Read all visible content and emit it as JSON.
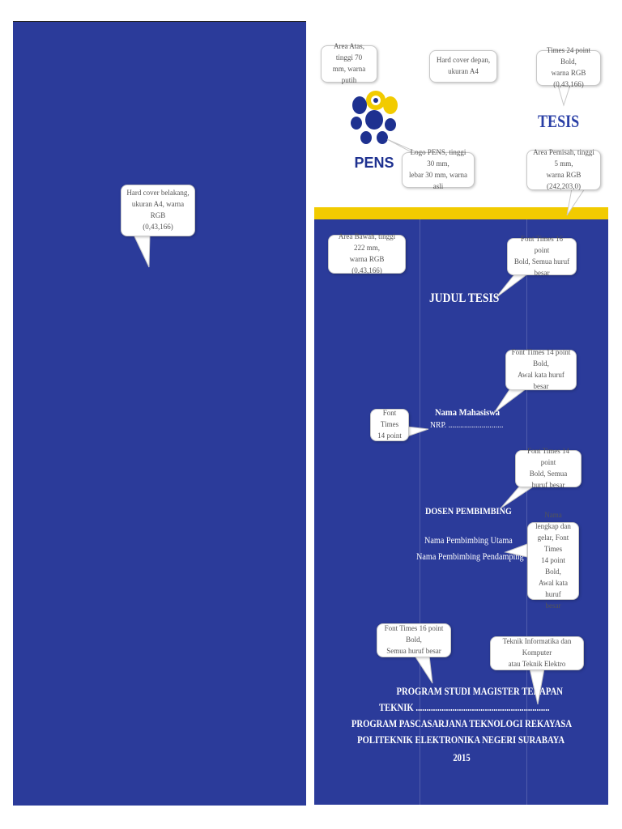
{
  "colors": {
    "cover_blue": "#2b3b9a",
    "title_blue": "#2a3fa6",
    "separator_yellow": "#f2cb00",
    "logo_blue": "#1e3190",
    "logo_yellow": "#f2cb00"
  },
  "cover": {
    "title": "TESIS",
    "judul": "JUDUL TESIS",
    "nama_mahasiswa": "Nama Mahasiswa",
    "nrp": "NRP. ............................",
    "dosen_heading": "DOSEN PEMBIMBING",
    "pembimbing_utama": "Nama Pembimbing Utama",
    "pembimbing_pendamping": "Nama Pembimbing Pendamping",
    "logo_text": "PENS",
    "footer": [
      "PROGRAM STUDI MAGISTER TERAPAN",
      "TEKNIK ..............................................................",
      "PROGRAM PASCASARJANA TEKNOLOGI REKAYASA",
      "POLITEKNIK ELEKTRONIKA NEGERI SURABAYA",
      "2015"
    ]
  },
  "annotations": {
    "area_atas": "Area Atas, tinggi 70\nmm, warna putih",
    "hard_cover_depan": "Hard cover depan,\nukuran A4",
    "times24": "Times 24 point Bold,\nwarna RGB (0,43,166)",
    "logo": "Logo PENS, tinggi 30 mm,\nlebar 30 mm, warna asli",
    "area_pemisah": "Area Pemisah, tinggi 5 mm,\nwarna RGB (242,203,0)",
    "hard_cover_belakang": "Hard cover belakang,\nukuran A4, warna RGB\n(0,43,166)",
    "area_bawah": "Area Bawah, tinggi 222 mm,\nwarna RGB (0,43,166)",
    "font16_judul": "Font Times 16 point\nBold, Semua huruf besar",
    "font14_nama": "Font Times 14 point Bold,\nAwal kata huruf besar",
    "font14_nrp": "Font Times\n14 point",
    "font14_dosen": "Font Times 14 point\nBold, Semua huruf besar",
    "nama_lengkap": "Nama lengkap dan\ngelar, Font Times\n14 point Bold,\nAwal kata huruf\nbesar",
    "font16_footer": "Font Times 16 point Bold,\nSemua huruf besar",
    "teknik": "Teknik Informatika dan Komputer\natau Teknik Elektro"
  }
}
